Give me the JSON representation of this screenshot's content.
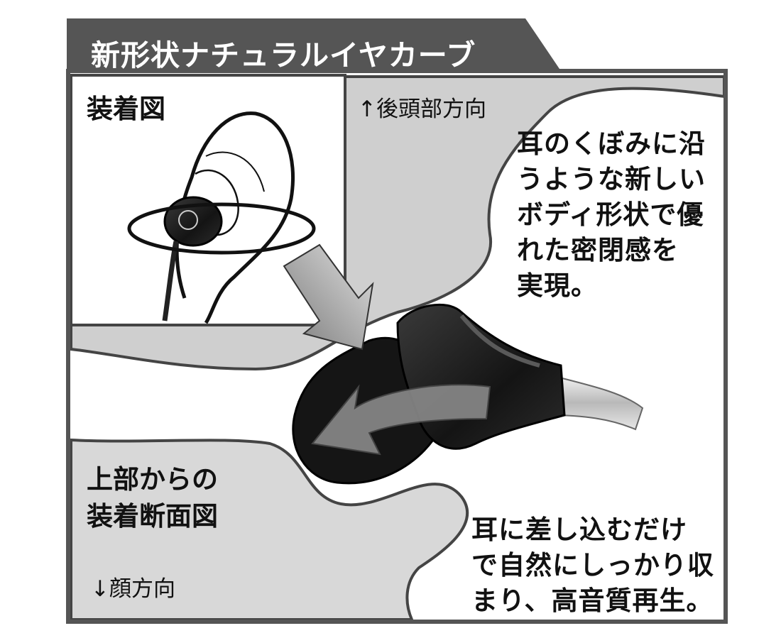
{
  "header": {
    "title": "新形状ナチュラルイヤカーブ"
  },
  "wearing_view": {
    "label": "装着図"
  },
  "cross_section": {
    "label_line1": "上部からの",
    "label_line2": "装着断面図"
  },
  "directions": {
    "rear": "↑後頭部方向",
    "face": "↓顔方向"
  },
  "description_top": {
    "line1": "耳のくぼみに沿",
    "line2": "うような新しい",
    "line3": "ボディ形状で優",
    "line4": "れた密閉感を",
    "line5": "実現。"
  },
  "description_bottom": {
    "line1": "耳に差し込むだけ",
    "line2": "で自然にしっかり収",
    "line3": "まり、高音質再生。"
  },
  "colors": {
    "frame": "#555555",
    "header_bg": "#555555",
    "ear_region": "#cfcfcf",
    "earpiece": "#151515",
    "arrow": "#8a8a8a"
  }
}
